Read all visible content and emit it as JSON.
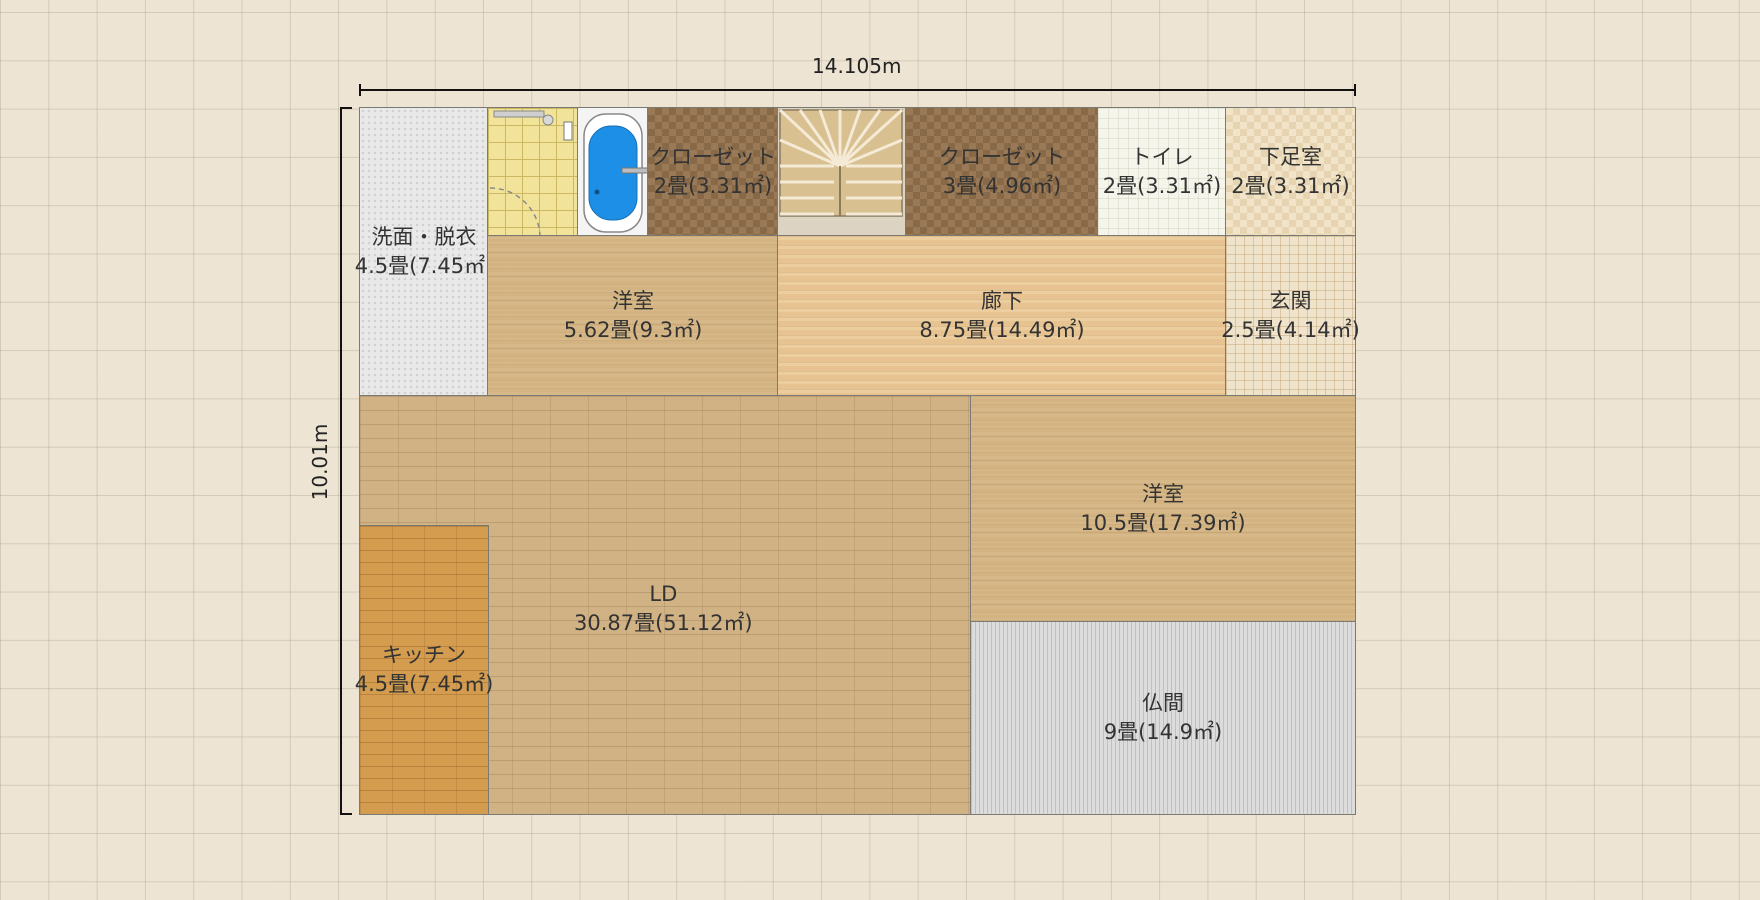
{
  "dimensions": {
    "width_label": "14.105m",
    "height_label": "10.01m"
  },
  "rooms": {
    "senmen": {
      "name": "洗面・脱衣",
      "area": "4.5畳(7.45㎡)"
    },
    "bath": {
      "name": "浴室"
    },
    "closet1": {
      "name": "クローゼット",
      "area": "2畳(3.31㎡)"
    },
    "stairs": {
      "name": "階段"
    },
    "closet2": {
      "name": "クローゼット",
      "area": "3畳(4.96㎡)"
    },
    "toilet": {
      "name": "トイレ",
      "area": "2畳(3.31㎡)"
    },
    "shoes": {
      "name": "下足室",
      "area": "2畳(3.31㎡)"
    },
    "youshitsu1": {
      "name": "洋室",
      "area": "5.62畳(9.3㎡)"
    },
    "rouka": {
      "name": "廊下",
      "area": "8.75畳(14.49㎡)"
    },
    "genkan": {
      "name": "玄関",
      "area": "2.5畳(4.14㎡)"
    },
    "ld": {
      "name": "LD",
      "area": "30.87畳(51.12㎡)"
    },
    "youshitsu2": {
      "name": "洋室",
      "area": "10.5畳(17.39㎡)"
    },
    "kitchen": {
      "name": "キッチン",
      "area": "4.5畳(7.45㎡)"
    },
    "butsuma": {
      "name": "仏間",
      "area": "9畳(14.9㎡)"
    }
  },
  "colors": {
    "wall": "#7a7a72",
    "bathtub": "#1e8fe6",
    "background": "#ede4d3"
  }
}
